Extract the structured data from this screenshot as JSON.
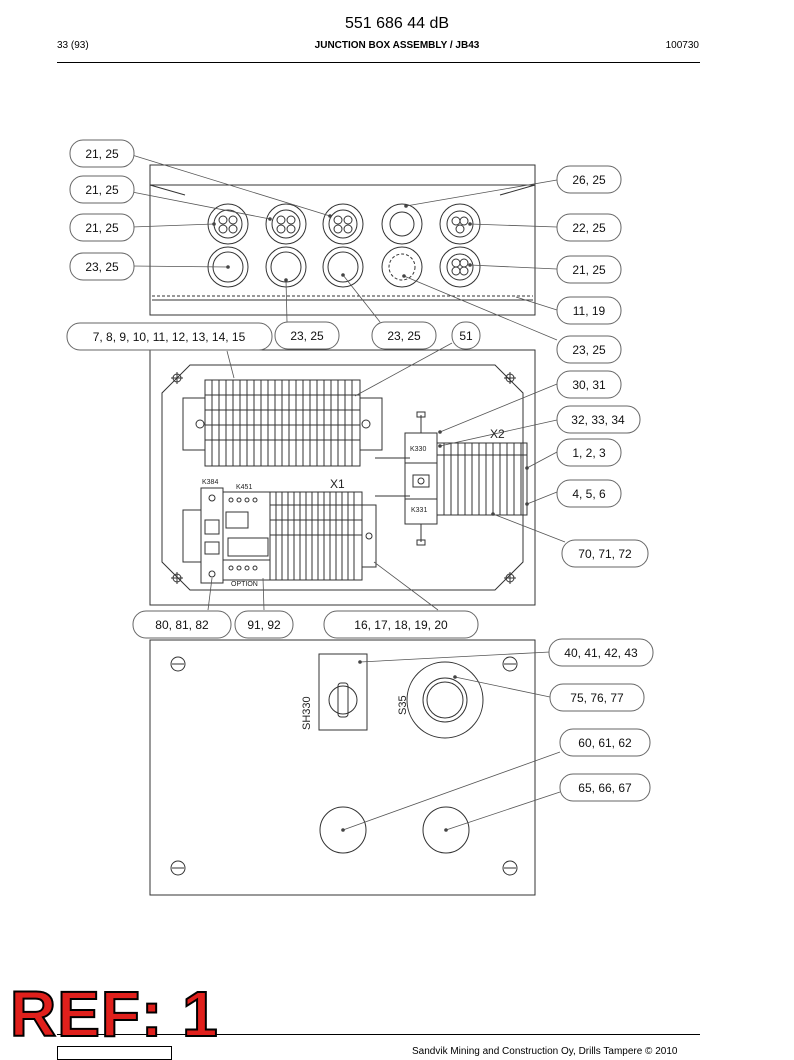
{
  "header": {
    "doc_code": "551 686 44 dB",
    "page": "33 (93)",
    "title": "JUNCTION BOX ASSEMBLY / JB43",
    "date": "100730"
  },
  "labels": {
    "l1": "21, 25",
    "l2": "21, 25",
    "l3": "21, 25",
    "l4": "23, 25",
    "l5": "7, 8, 9, 10, 11, 12, 13, 14, 15",
    "l6": "23, 25",
    "l7": "23, 25",
    "l8": "51",
    "r1": "26, 25",
    "r2": "22, 25",
    "r3": "21, 25",
    "r4": "11, 19",
    "r5": "23, 25",
    "r6": "30, 31",
    "r7": "32, 33, 34",
    "r8": "1, 2, 3",
    "r9": "4, 5, 6",
    "r10": "70, 71, 72",
    "b1": "80, 81, 82",
    "b2": "91, 92",
    "b3": "16, 17, 18, 19, 20",
    "r11": "40, 41, 42, 43",
    "r12": "75, 76, 77",
    "r13": "60, 61, 62",
    "r14": "65, 66, 67"
  },
  "drawing_text": {
    "k330": "K330",
    "k331": "K331",
    "k384": "K384",
    "k451": "K451",
    "x1": "X1",
    "x2": "X2",
    "option": "OPTION",
    "sh330": "SH330",
    "s35": "S35"
  },
  "stamp": "REF: 1",
  "footer": "Sandvik Mining and Construction Oy, Drills Tampere © 2010"
}
